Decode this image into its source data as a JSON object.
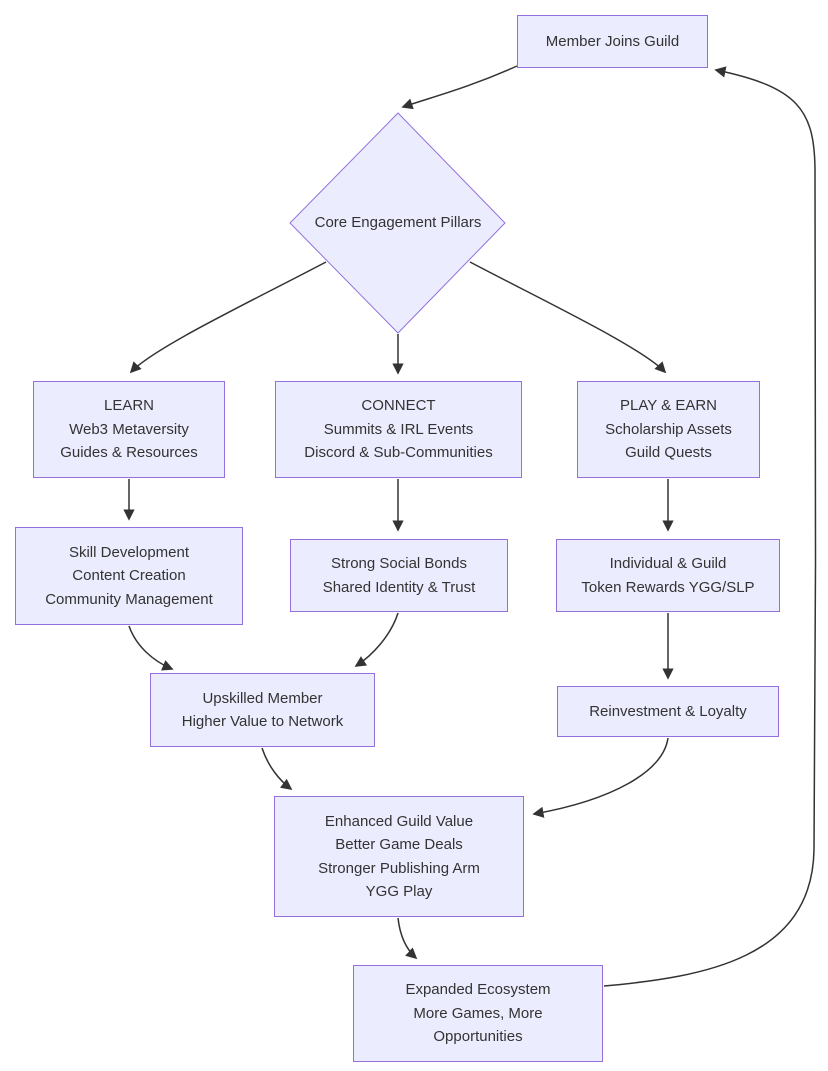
{
  "diagram": {
    "type": "flowchart",
    "direction": "top-down",
    "colors": {
      "background": "#ffffff",
      "node_fill": "#ECECFF",
      "node_border": "#9370DB",
      "edge": "#333333",
      "text": "#333333"
    }
  },
  "nodes": {
    "member_joins": {
      "shape": "rect",
      "lines": [
        "Member Joins Guild"
      ]
    },
    "core_pillars": {
      "shape": "diamond",
      "lines": [
        "Core Engagement Pillars"
      ]
    },
    "learn": {
      "shape": "rect",
      "lines": [
        "LEARN",
        "Web3 Metaversity",
        "Guides & Resources"
      ]
    },
    "connect": {
      "shape": "rect",
      "lines": [
        "CONNECT",
        "Summits & IRL Events",
        "Discord & Sub-Communities"
      ]
    },
    "play_earn": {
      "shape": "rect",
      "lines": [
        "PLAY & EARN",
        "Scholarship Assets",
        "Guild Quests"
      ]
    },
    "skill_dev": {
      "shape": "rect",
      "lines": [
        "Skill Development",
        "Content Creation",
        "Community Management"
      ]
    },
    "social_bonds": {
      "shape": "rect",
      "lines": [
        "Strong Social Bonds",
        "Shared Identity & Trust"
      ]
    },
    "individual_guild": {
      "shape": "rect",
      "lines": [
        "Individual & Guild",
        "Token Rewards YGG/SLP"
      ]
    },
    "upskilled": {
      "shape": "rect",
      "lines": [
        "Upskilled Member",
        "Higher Value to Network"
      ]
    },
    "reinvestment": {
      "shape": "rect",
      "lines": [
        "Reinvestment & Loyalty"
      ]
    },
    "enhanced": {
      "shape": "rect",
      "lines": [
        "Enhanced Guild Value",
        "Better Game Deals",
        "Stronger Publishing Arm",
        "YGG Play"
      ]
    },
    "expanded": {
      "shape": "rect",
      "lines": [
        "Expanded Ecosystem",
        "More Games, More",
        "Opportunities"
      ]
    }
  },
  "edges": [
    {
      "from": "Member Joins Guild",
      "to": "Core Engagement Pillars"
    },
    {
      "from": "Core Engagement Pillars",
      "to": "LEARN"
    },
    {
      "from": "Core Engagement Pillars",
      "to": "CONNECT"
    },
    {
      "from": "Core Engagement Pillars",
      "to": "PLAY & EARN"
    },
    {
      "from": "LEARN",
      "to": "Skill Development"
    },
    {
      "from": "CONNECT",
      "to": "Strong Social Bonds"
    },
    {
      "from": "PLAY & EARN",
      "to": "Individual & Guild"
    },
    {
      "from": "Skill Development",
      "to": "Upskilled Member"
    },
    {
      "from": "Strong Social Bonds",
      "to": "Upskilled Member"
    },
    {
      "from": "Individual & Guild",
      "to": "Reinvestment & Loyalty"
    },
    {
      "from": "Upskilled Member",
      "to": "Enhanced Guild Value"
    },
    {
      "from": "Reinvestment & Loyalty",
      "to": "Enhanced Guild Value"
    },
    {
      "from": "Enhanced Guild Value",
      "to": "Expanded Ecosystem"
    },
    {
      "from": "Expanded Ecosystem",
      "to": "Member Joins Guild"
    }
  ]
}
